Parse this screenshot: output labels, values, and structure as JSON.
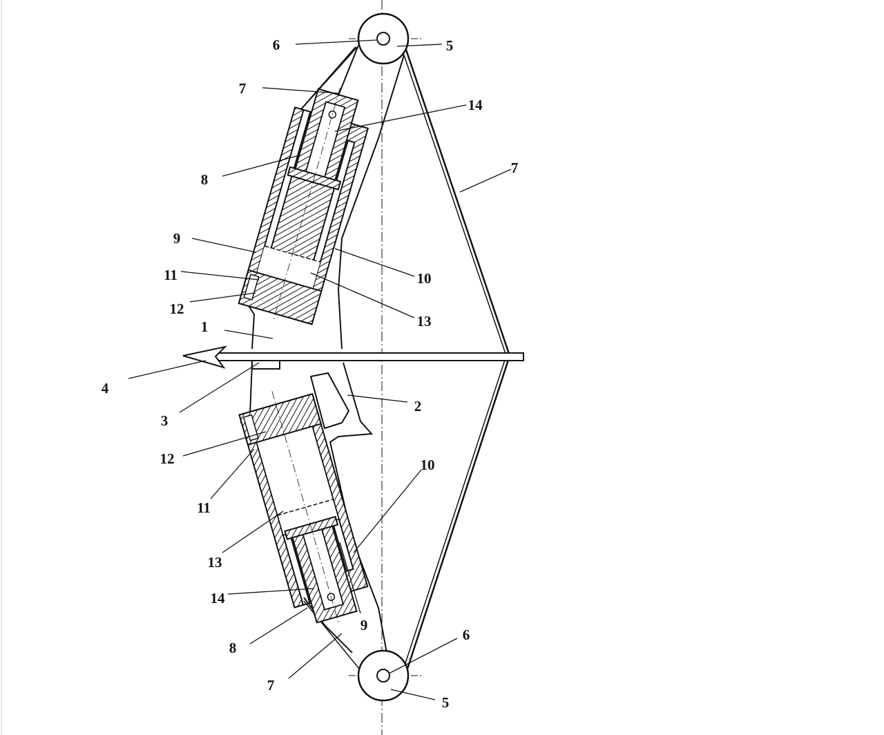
{
  "figure": {
    "labels": [
      "6",
      "5",
      "7",
      "14",
      "7",
      "8",
      "9",
      "10",
      "11",
      "12",
      "13",
      "1",
      "4",
      "3",
      "2",
      "12",
      "10",
      "11",
      "13",
      "14",
      "9",
      "8",
      "6",
      "7",
      "5"
    ],
    "colors": {
      "ink": "#111111",
      "fluid": "#8a8a8a",
      "background": "#ffffff"
    }
  }
}
